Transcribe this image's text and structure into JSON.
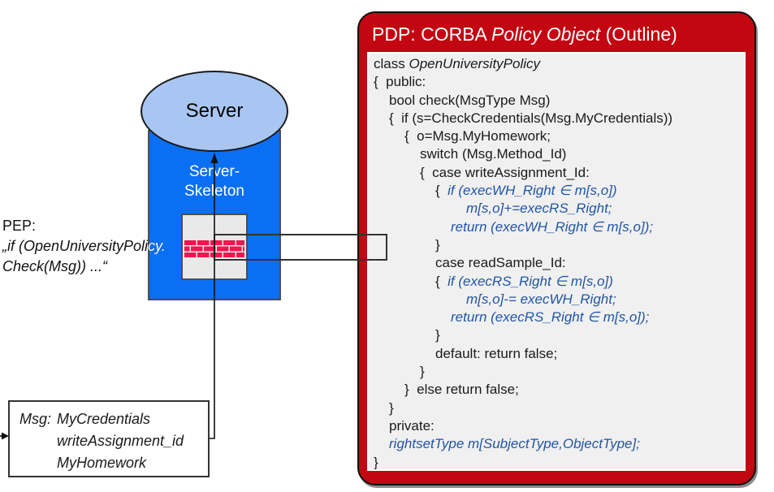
{
  "pdp": {
    "title": {
      "prefix": "PDP: CORBA ",
      "italic": "Policy Object",
      "suffix": " (Outline)"
    },
    "code_lines": [
      {
        "ind": 0,
        "seg": [
          [
            "p",
            "class "
          ],
          [
            "it",
            "OpenUniversityPolicy"
          ]
        ]
      },
      {
        "ind": 0,
        "seg": [
          [
            "p",
            "{  public:"
          ]
        ]
      },
      {
        "ind": 1,
        "seg": [
          [
            "p",
            "bool check(MsgType Msg)"
          ]
        ]
      },
      {
        "ind": 1,
        "seg": [
          [
            "p",
            "{  if (s=CheckCredentials(Msg.MyCredentials))"
          ]
        ]
      },
      {
        "ind": 2,
        "seg": [
          [
            "p",
            "{  o=Msg.MyHomework;"
          ]
        ]
      },
      {
        "ind": 3,
        "seg": [
          [
            "p",
            "switch (Msg.Method_Id)"
          ]
        ]
      },
      {
        "ind": 3,
        "seg": [
          [
            "p",
            "{  case writeAssignment_Id:"
          ]
        ]
      },
      {
        "ind": 4,
        "seg": [
          [
            "p",
            "{  "
          ],
          [
            "b",
            "if (execWH_Right ∈ m[s,o])"
          ]
        ]
      },
      {
        "ind": 6,
        "seg": [
          [
            "b",
            "m[s,o]+=execRS_Right;"
          ]
        ]
      },
      {
        "ind": 5,
        "seg": [
          [
            "b",
            "return (execWH_Right ∈ m[s,o]);"
          ]
        ]
      },
      {
        "ind": 4,
        "seg": [
          [
            "p",
            "}"
          ]
        ]
      },
      {
        "ind": 4,
        "seg": [
          [
            "p",
            "case readSample_Id:"
          ]
        ]
      },
      {
        "ind": 4,
        "seg": [
          [
            "p",
            "{  "
          ],
          [
            "b",
            "if (execRS_Right ∈ m[s,o])"
          ]
        ]
      },
      {
        "ind": 6,
        "seg": [
          [
            "b",
            "m[s,o]-= execWH_Right;"
          ]
        ]
      },
      {
        "ind": 5,
        "seg": [
          [
            "b",
            "return (execRS_Right ∈ m[s,o]);"
          ]
        ]
      },
      {
        "ind": 4,
        "seg": [
          [
            "p",
            "}"
          ]
        ]
      },
      {
        "ind": 4,
        "seg": [
          [
            "p",
            "default: return false;"
          ]
        ]
      },
      {
        "ind": 3,
        "seg": [
          [
            "p",
            "}"
          ]
        ]
      },
      {
        "ind": 2,
        "seg": [
          [
            "p",
            "}  else return false;"
          ]
        ]
      },
      {
        "ind": 1,
        "seg": [
          [
            "p",
            "}"
          ]
        ]
      },
      {
        "ind": 1,
        "seg": [
          [
            "p",
            "private:"
          ]
        ]
      },
      {
        "ind": 1,
        "seg": [
          [
            "b",
            "rightsetType m[SubjectType,ObjectType];"
          ]
        ]
      },
      {
        "ind": 0,
        "seg": [
          [
            "p",
            "}"
          ]
        ]
      }
    ]
  },
  "server": {
    "label": "Server",
    "skeleton_line1": "Server-",
    "skeleton_line2": "Skeleton"
  },
  "pep": {
    "line1": "PEP:",
    "line2": "„if (OpenUniversityPolicy.",
    "line3": "Check(Msg)) ...“"
  },
  "msg": {
    "label": "Msg:",
    "items": [
      "MyCredentials",
      "writeAssignment_id",
      "MyHomework"
    ]
  },
  "colors": {
    "pdp_red": "#C20612",
    "panel_gray": "#F0F0F0",
    "code_blue": "#2055A4",
    "box_blue": "#0B6FF3",
    "ellipse_blue": "#A9C6F2",
    "brick_red": "#F2164E",
    "ink": "#1a1a1a"
  }
}
